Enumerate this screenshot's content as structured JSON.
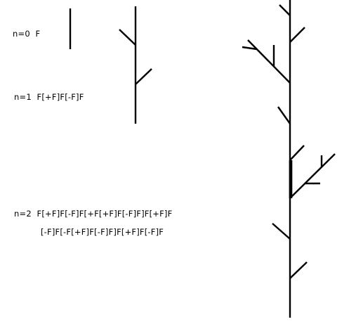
{
  "labels": {
    "n0": "n=0  F",
    "n1": "n=1  F[+F]F[-F]F",
    "n2_line1": "n=2  F[+F]F[-F]F[+F[+F]F[-F]F]F[+F]F",
    "n2_line2": "[-F]F[-F[+F]F[-F]F]F[+F]F[-F]F"
  },
  "colors": {
    "ink": "#000000",
    "background": "#ffffff"
  }
}
